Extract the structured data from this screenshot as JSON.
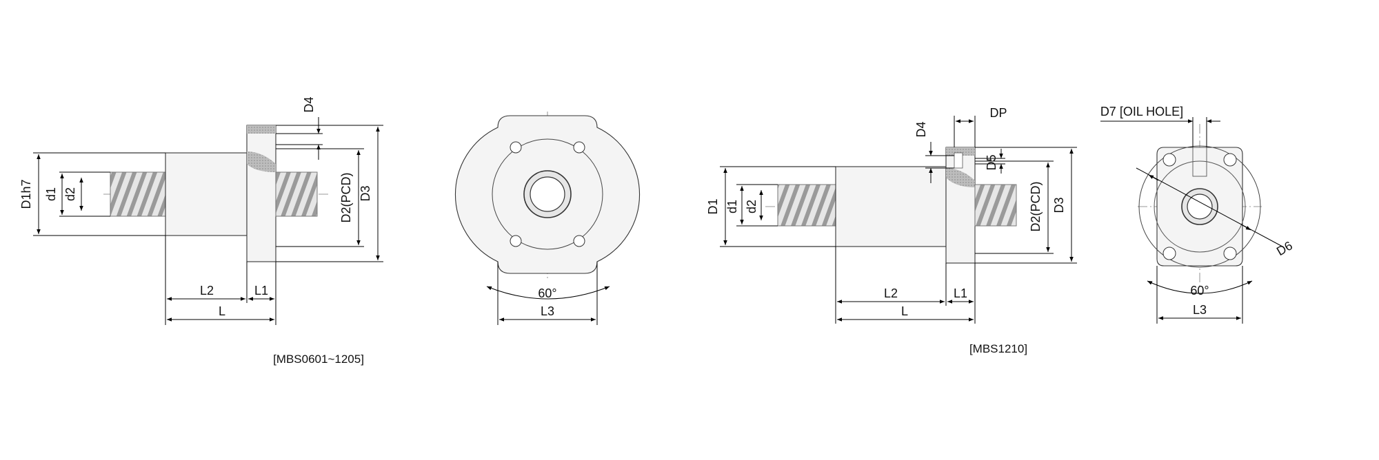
{
  "left_drawing": {
    "caption": "[MBS0601~1205]",
    "labels": {
      "d1h7": "D1h7",
      "d1": "d1",
      "d2": "d2",
      "d4": "D4",
      "d2pcd": "D2(PCD)",
      "d3": "D3",
      "l2": "L2",
      "l1": "L1",
      "l": "L",
      "angle": "60°",
      "l3": "L3"
    }
  },
  "right_drawing": {
    "caption": "[MBS1210]",
    "labels": {
      "d1": "D1",
      "d1s": "d1",
      "d2": "d2",
      "d4": "D4",
      "dp": "DP",
      "d5": "D5",
      "d2pcd": "D2(PCD)",
      "d3": "D3",
      "l2": "L2",
      "l1": "L1",
      "l": "L",
      "d7": "D7 [OIL HOLE]",
      "d6": "D6",
      "angle": "60°",
      "l3": "L3"
    }
  },
  "colors": {
    "line": "#000000",
    "body_fill": "#f4f4f4",
    "thread": "#555555"
  }
}
